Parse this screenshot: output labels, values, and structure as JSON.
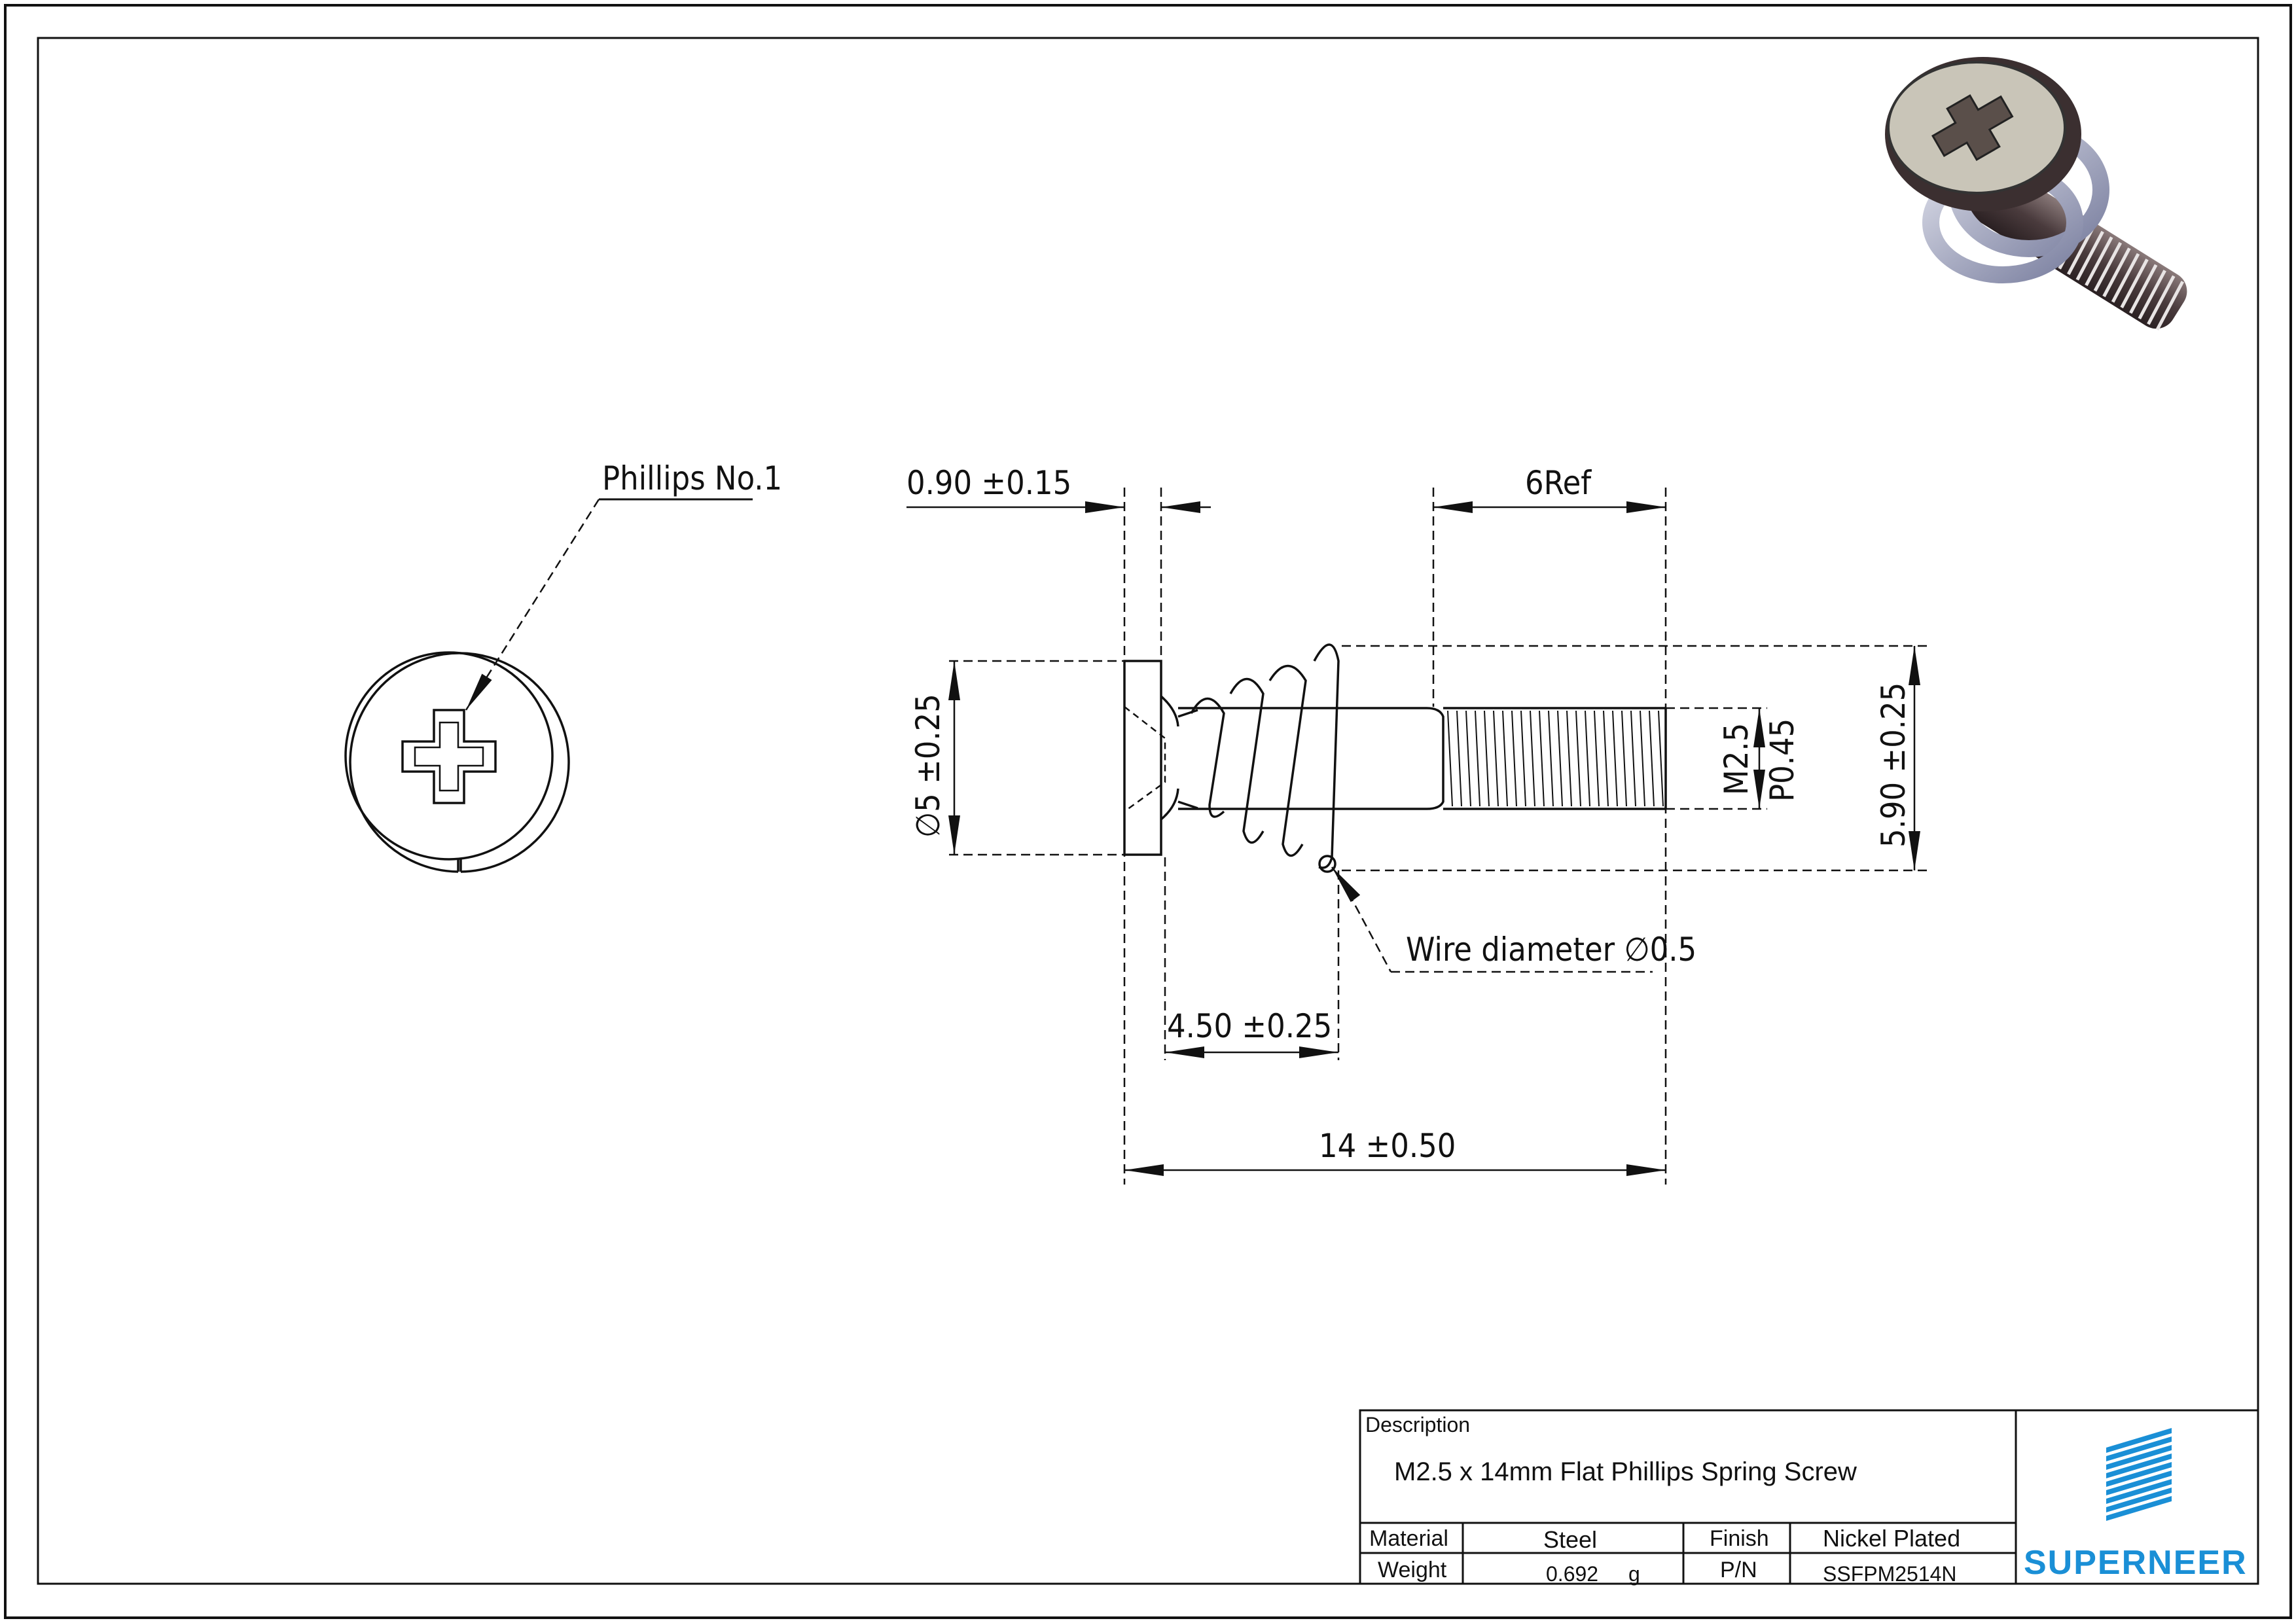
{
  "dimensions": {
    "head_thickness": "0.90 ±0.15",
    "spring_free": "6Ref",
    "head_dia": "∅5 ±0.25",
    "spring_od": "5.90 ±0.25",
    "thread_size": "M2.5",
    "thread_pitch": "P0.45",
    "spring_len": "4.50 ±0.25",
    "overall_len": "14 ±0.50",
    "wire": "Wire diameter ∅0.5",
    "drive": "Phillips No.1"
  },
  "title_block": {
    "description_label": "Description",
    "description": "M2.5 x 14mm Flat Phillips Spring Screw",
    "material_label": "Material",
    "material": "Steel",
    "finish_label": "Finish",
    "finish": "Nickel Plated",
    "weight_label": "Weight",
    "weight_value": "0.692",
    "weight_unit": "g",
    "pn_label": "P/N",
    "pn": "SSFPM2514N",
    "brand": "SUPERNEER"
  },
  "colors": {
    "line": "#111111",
    "brand": "#1a8fd6"
  }
}
